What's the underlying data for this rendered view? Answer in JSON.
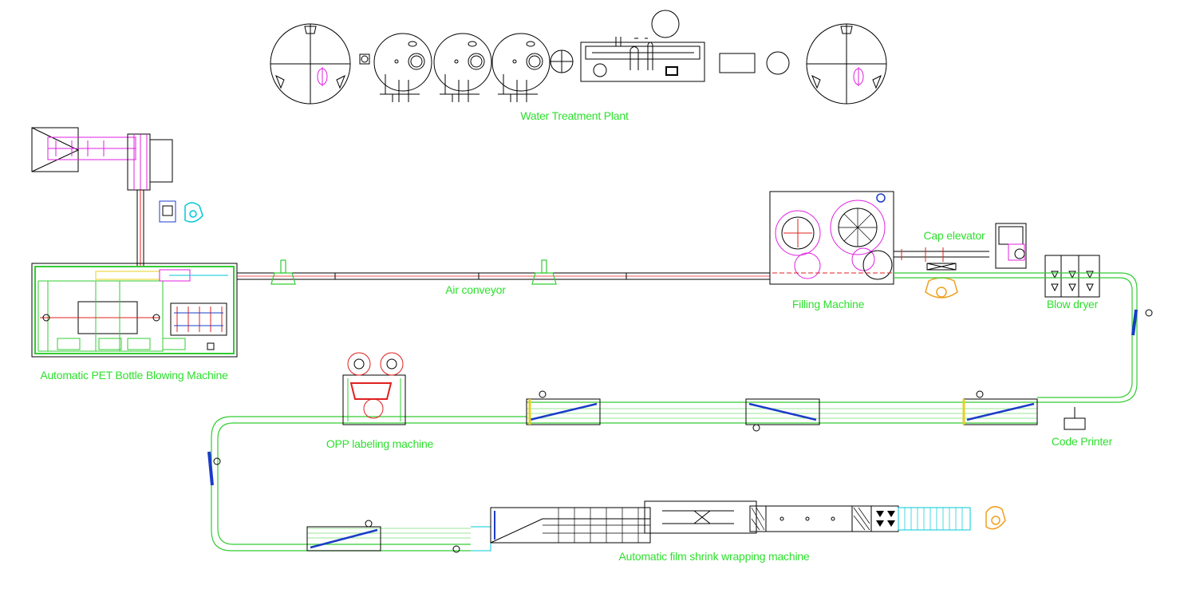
{
  "labels": {
    "water_treatment": "Water Treatment Plant",
    "blowing_machine": "Automatic PET Bottle Blowing Machine",
    "air_conveyor": "Air conveyor",
    "filling_machine": "Filling Machine",
    "cap_elevator": "Cap elevator",
    "blow_dryer": "Blow dryer",
    "code_printer": "Code Printer",
    "labeling_machine": "OPP labeling machine",
    "shrink_wrapping": "Automatic film shrink wrapping machine"
  },
  "colors": {
    "label_text": "#2ee02e",
    "outline": "#000000",
    "conveyor": "#33cc33",
    "magenta": "#e020e0",
    "blue": "#1a3cc8",
    "cyan": "#00c8d8",
    "orange": "#f0a020",
    "red": "#e02020"
  }
}
